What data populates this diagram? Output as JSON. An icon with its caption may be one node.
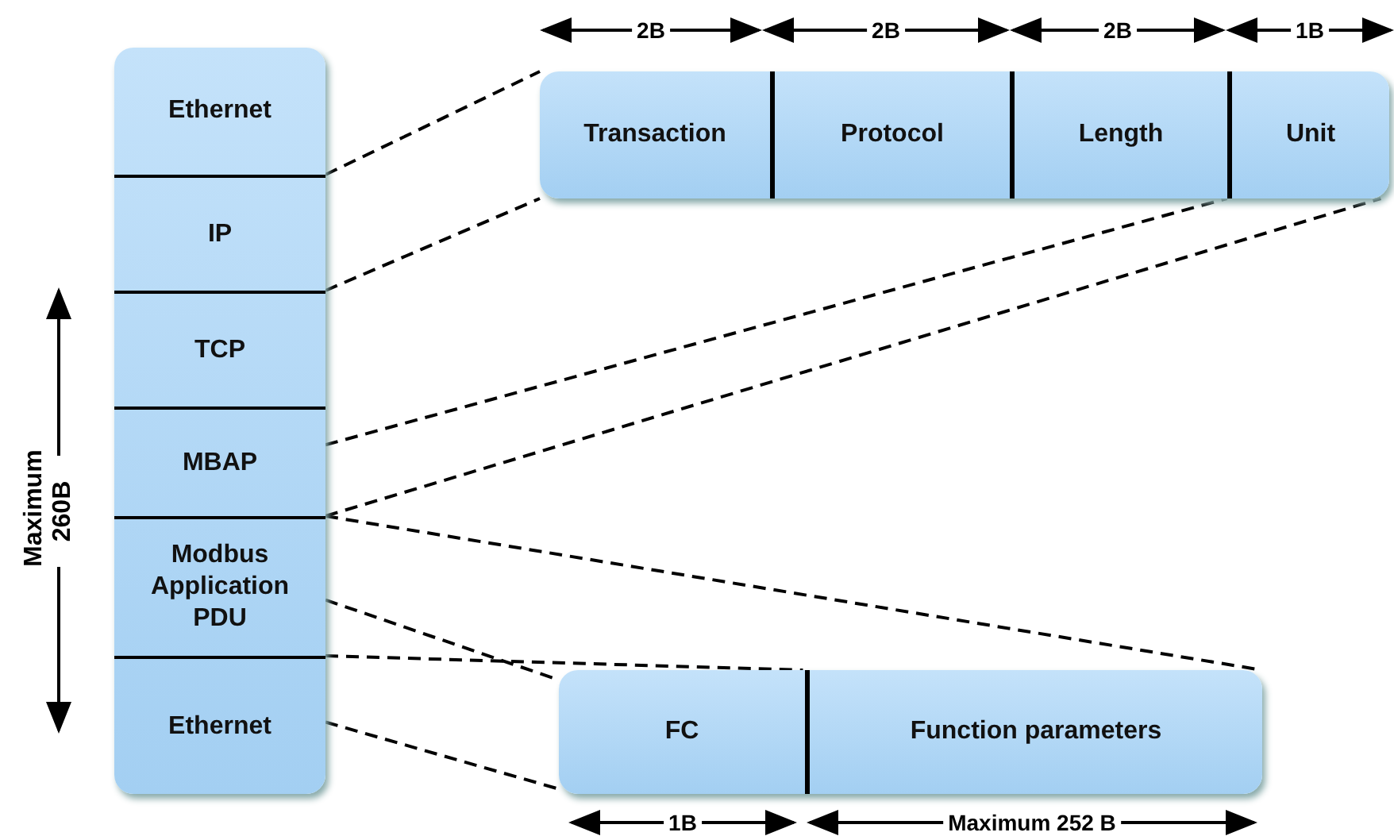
{
  "diagram": {
    "nodes": [
      {
        "text": [],
        "shape": "box"
      },
      {
        "text": [
          "Ethernet"
        ],
        "in": 0
      },
      {
        "text": [
          "IP"
        ],
        "in": 0
      },
      {
        "text": [
          "TCP"
        ],
        "in": 0
      },
      {
        "text": [
          "MBAP"
        ],
        "in": 0
      },
      {
        "text": [
          "Modbus Application PDU"
        ],
        "in": 0
      },
      {
        "text": [
          "Ethernet"
        ],
        "in": 0
      },
      {
        "text": [],
        "shape": "box"
      },
      {
        "text": [
          "Transaction"
        ],
        "in": 7
      },
      {
        "text": [
          "Protocol"
        ],
        "in": 7
      },
      {
        "text": [
          "Length"
        ],
        "in": 7
      },
      {
        "text": [
          "Unit"
        ],
        "in": 7
      },
      {
        "text": [],
        "shape": "box"
      },
      {
        "text": [
          "FC"
        ],
        "in": 12
      },
      {
        "text": [
          "Function parameters"
        ],
        "in": 12
      }
    ],
    "edges": [
      {
        "from": 2,
        "to": 7,
        "arrow": "none",
        "style": "dashed"
      },
      {
        "from": 2,
        "to": 7,
        "arrow": "none",
        "style": "dashed"
      },
      {
        "from": 4,
        "to": 7,
        "arrow": "none",
        "style": "dashed"
      },
      {
        "from": 4,
        "to": 7,
        "arrow": "none",
        "style": "dashed"
      },
      {
        "from": 5,
        "to": 12,
        "arrow": "none",
        "style": "dashed"
      },
      {
        "from": 5,
        "to": 12,
        "arrow": "none",
        "style": "dashed"
      },
      {
        "from": 5,
        "to": 12,
        "arrow": "none",
        "style": "dashed"
      },
      {
        "from": 6,
        "to": 12,
        "arrow": "none",
        "style": "dashed"
      }
    ],
    "labels": [
      "2B",
      "2B",
      "2B",
      "1B",
      "Maximum 260B",
      "1B",
      "Maximum 252 B"
    ]
  }
}
